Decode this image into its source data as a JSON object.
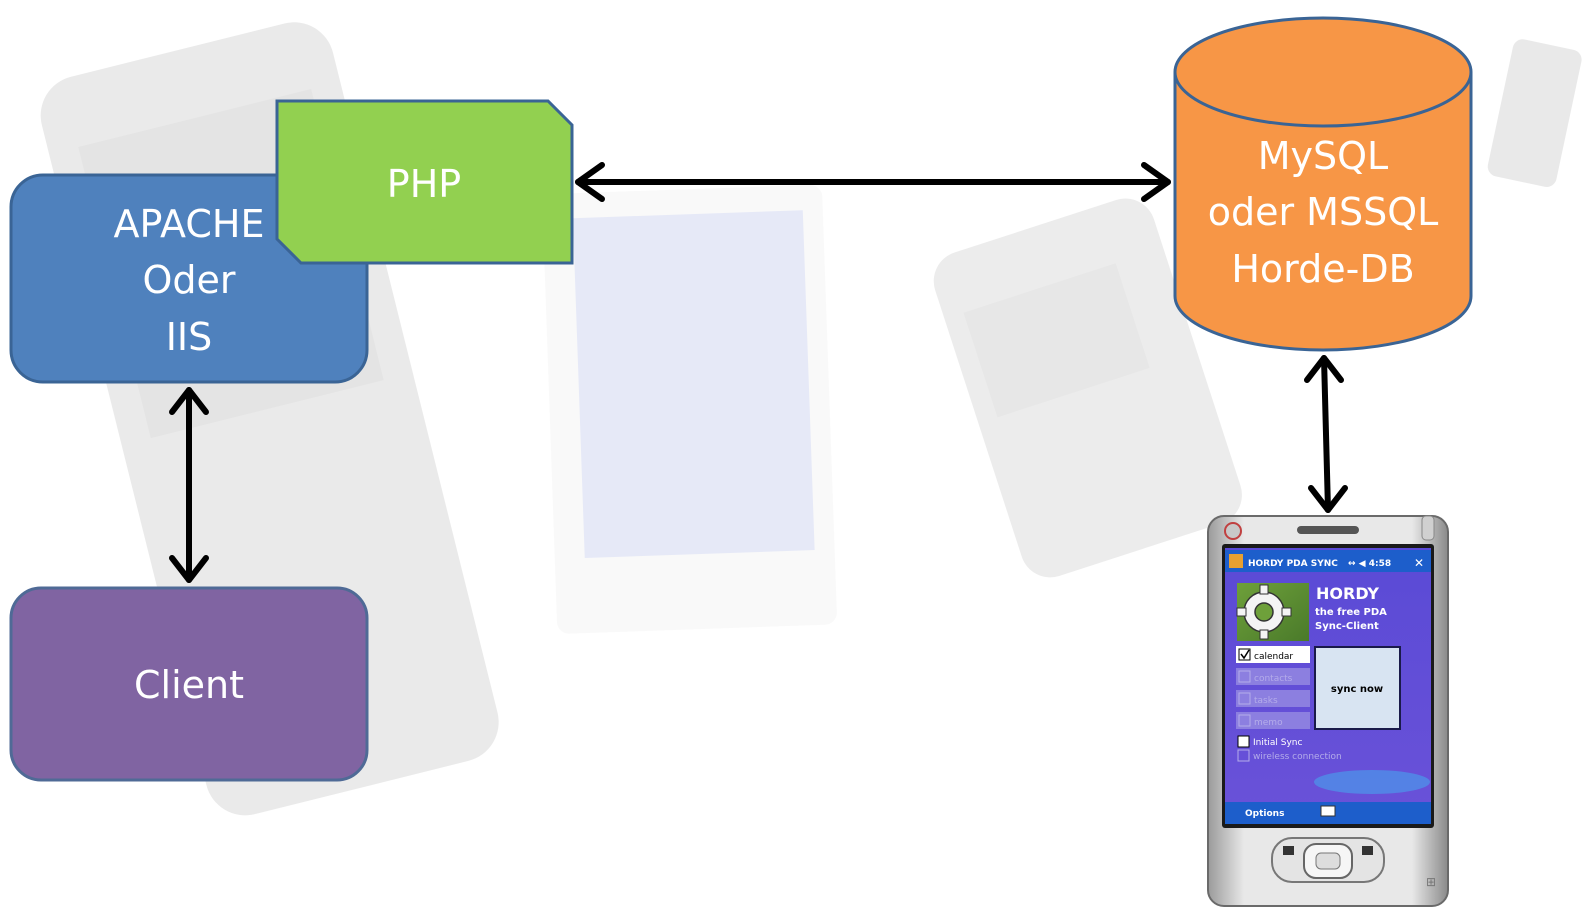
{
  "nodes": {
    "server": {
      "lines": [
        "APACHE",
        "Oder",
        "IIS"
      ],
      "color": "#4f81bd",
      "stroke": "#3a6495"
    },
    "php": {
      "label": "PHP",
      "color": "#92d050",
      "stroke": "#3a6495"
    },
    "client": {
      "label": "Client",
      "color": "#8064a2",
      "stroke": "#4f6a96"
    },
    "database": {
      "lines": [
        "MySQL",
        "oder MSSQL",
        "Horde-DB"
      ],
      "color": "#f79646",
      "stroke": "#3a6495"
    }
  },
  "pda": {
    "title": "HORDY PDA SYNC",
    "status_icons": "↔ ◀ 4:58",
    "close": "✕",
    "brand": "HORDY",
    "tagline_1": "the free PDA",
    "tagline_2": "Sync-Client",
    "checks": [
      {
        "label": "calendar",
        "checked": true,
        "enabled": true
      },
      {
        "label": "contacts",
        "checked": false,
        "enabled": false
      },
      {
        "label": "tasks",
        "checked": false,
        "enabled": false
      },
      {
        "label": "memo",
        "checked": false,
        "enabled": false
      }
    ],
    "sync_button": "sync now",
    "initial_sync": "Initial Sync",
    "wireless": "wireless connection",
    "softkey_left": "Options",
    "keyboard_icon": "keyboard-icon"
  }
}
